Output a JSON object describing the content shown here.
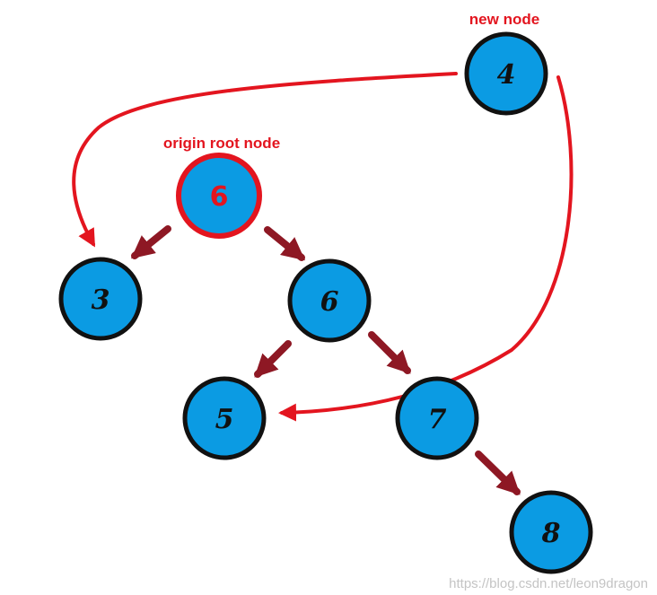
{
  "captions": {
    "new_node": "new node",
    "origin_root": "origin root node"
  },
  "nodes": {
    "new_root": "4",
    "origin_root": "6",
    "left": "3",
    "right": "6",
    "right_left": "5",
    "right_right": "7",
    "right_right_right": "8"
  },
  "watermark": "https://blog.csdn.net/leon9dragon",
  "colors": {
    "node_fill": "#0b9be3",
    "node_outline": "#111111",
    "root_outline": "#e3151f",
    "new_link": "#e3151f",
    "tree_edge": "#8e1824"
  }
}
